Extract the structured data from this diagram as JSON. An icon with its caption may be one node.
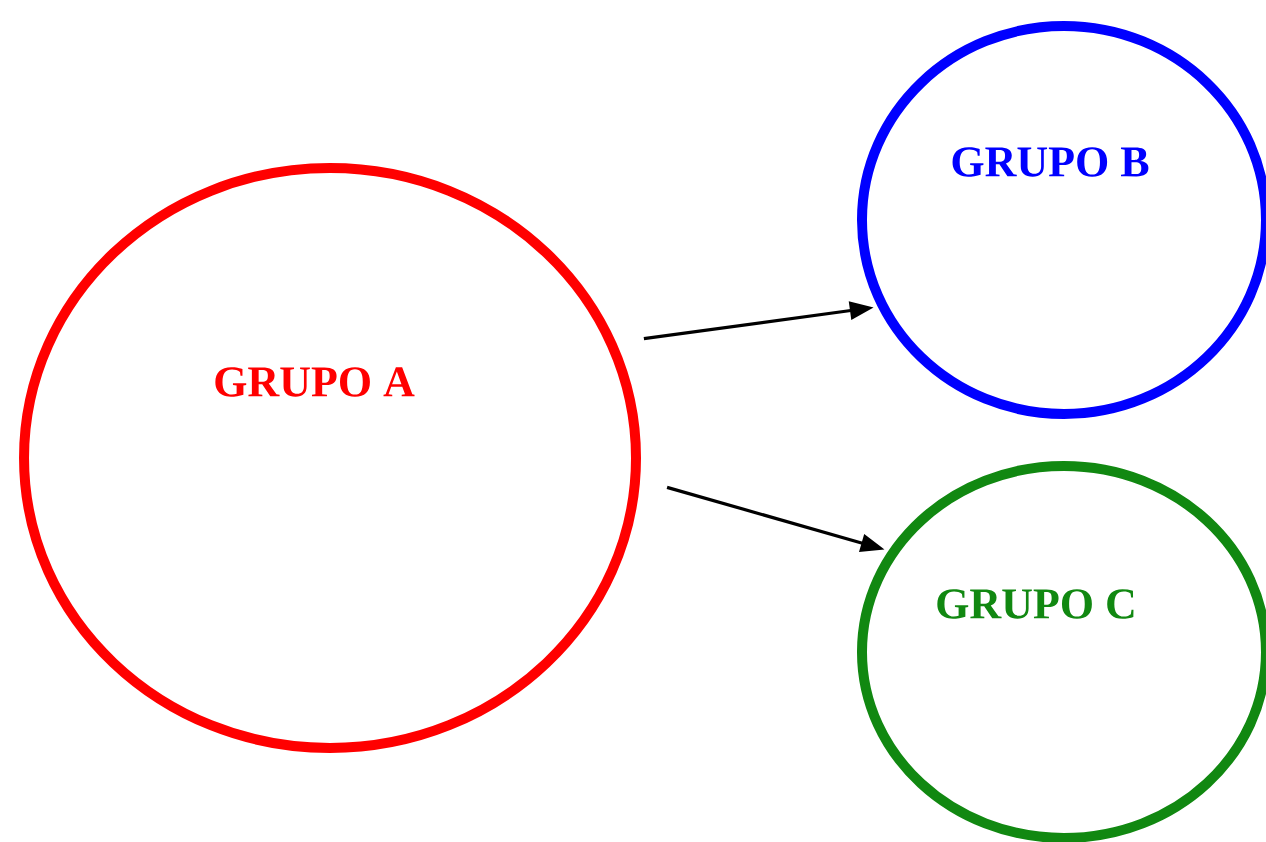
{
  "diagram": {
    "nodes": [
      {
        "text": [
          "GRUPO A"
        ]
      },
      {
        "text": [
          "GRUPO B"
        ]
      },
      {
        "text": [
          "GRUPO C"
        ]
      }
    ],
    "edges": [
      {
        "from": 0,
        "to": 1,
        "arrow": "to"
      },
      {
        "from": 0,
        "to": 2,
        "arrow": "to"
      }
    ]
  }
}
